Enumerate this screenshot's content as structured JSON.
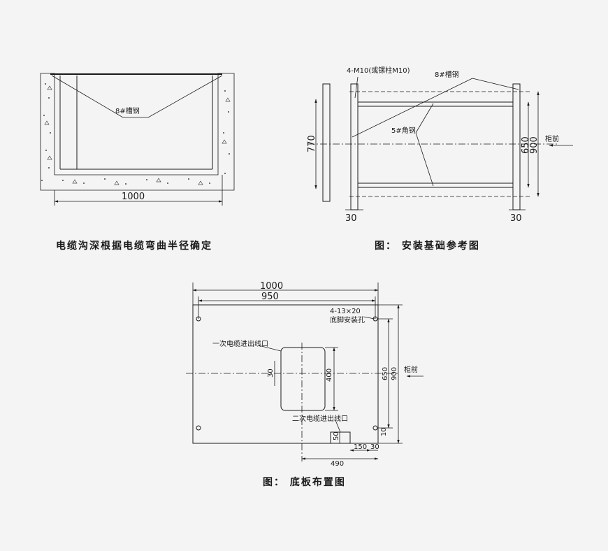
{
  "trench": {
    "channel_label": "8#槽钢",
    "width_dim": "1000",
    "caption": "电缆沟深根据电缆弯曲半径确定"
  },
  "foundation": {
    "bolt_label": "4-M10(或镙柱M10)",
    "channel_label": "8#槽钢",
    "angle_label": "5#角钢",
    "dim_770": "770",
    "dim_650": "650",
    "dim_900": "900",
    "dim_30_left": "30",
    "dim_30_right": "30",
    "front_label": "柜前",
    "caption": "图：  安装基础参考图"
  },
  "baseplate": {
    "dim_1000": "1000",
    "dim_950": "950",
    "hole_spec": "4-13×20",
    "hole_desc": "底脚安装孔",
    "primary_cable_label": "一次电缆进出线口",
    "secondary_cable_label": "二次电缆进出线口",
    "dim_30_side": "30",
    "dim_400": "400",
    "dim_650": "650",
    "dim_900": "900",
    "dim_10": "10",
    "dim_50": "50",
    "dim_150": "150",
    "dim_30_bottom": "30",
    "dim_490": "490",
    "front_label": "柜前",
    "caption": "图：  底板布置图"
  }
}
